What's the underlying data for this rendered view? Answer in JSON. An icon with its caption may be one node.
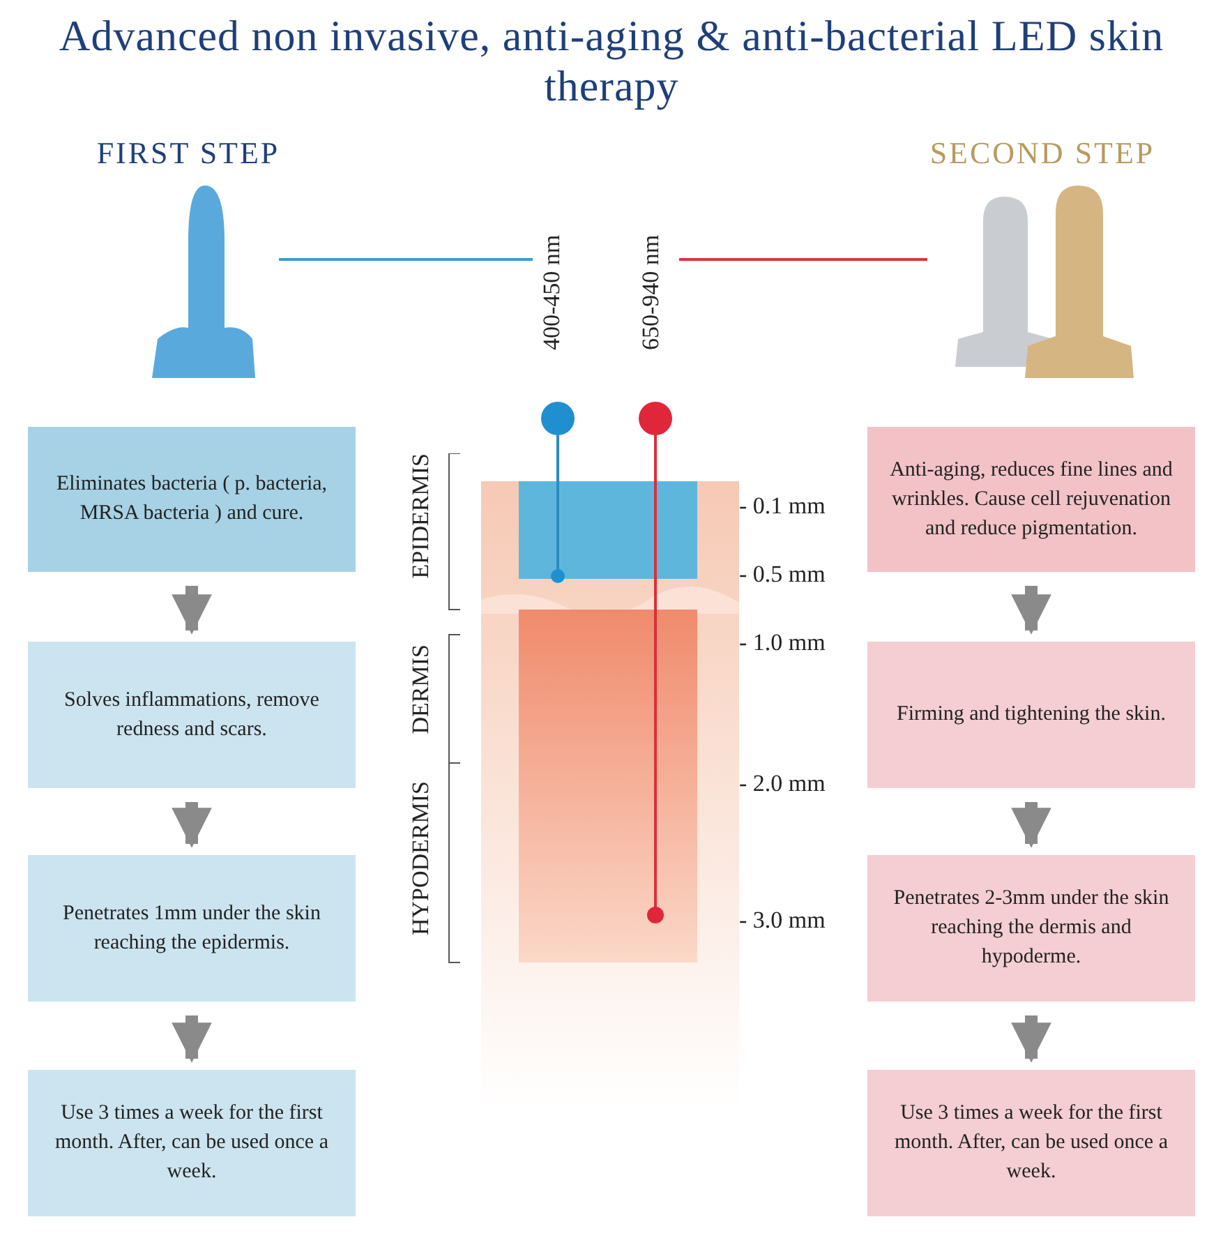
{
  "diagram": {
    "title": "Advanced non invasive, anti-aging & anti-bacterial LED skin therapy",
    "nodes": [
      {
        "text": [
          "FIRST STEP"
        ]
      },
      {
        "text": [
          "SECOND STEP"
        ]
      },
      {
        "text": [
          "400-450 nm"
        ]
      },
      {
        "text": [
          "650-940 nm"
        ]
      },
      {
        "text": [
          "Eliminates bacteria ( p. bacteria, MRSA bacteria ) and cure."
        ]
      },
      {
        "text": [
          "Solves inflammations, remove redness and scars."
        ]
      },
      {
        "text": [
          "Penetrates 1mm under the skin reaching the epidermis."
        ]
      },
      {
        "text": [
          "Use 3 times a week for the first month. After, can be used once a week."
        ]
      },
      {
        "text": [
          "Anti-aging, reduces fine lines and wrinkles. Cause cell rejuvenation and reduce pigmentation."
        ]
      },
      {
        "text": [
          "Firming and tightening the skin."
        ]
      },
      {
        "text": [
          "Penetrates 2-3mm under the skin reaching the dermis and hypoderme."
        ]
      },
      {
        "text": [
          "Use 3 times a week for the first month. After, can be used once a week."
        ]
      }
    ],
    "edges": [
      {
        "from": 0,
        "to": 2,
        "arrow": "none",
        "color": "#3a9fd0"
      },
      {
        "from": 3,
        "to": 1,
        "arrow": "none",
        "color": "#e0323c"
      },
      {
        "from": 4,
        "to": 5,
        "arrow": "to"
      },
      {
        "from": 5,
        "to": 6,
        "arrow": "to"
      },
      {
        "from": 6,
        "to": 7,
        "arrow": "to"
      },
      {
        "from": 8,
        "to": 9,
        "arrow": "to"
      },
      {
        "from": 9,
        "to": 10,
        "arrow": "to"
      },
      {
        "from": 10,
        "to": 11,
        "arrow": "to"
      }
    ],
    "labels": [
      "EPIDERMIS",
      "DERMIS",
      "HYPODERMIS",
      "- 0.1 mm",
      "- 0.5 mm",
      "- 1.0 mm",
      "- 2.0 mm",
      "- 3.0 mm"
    ]
  }
}
